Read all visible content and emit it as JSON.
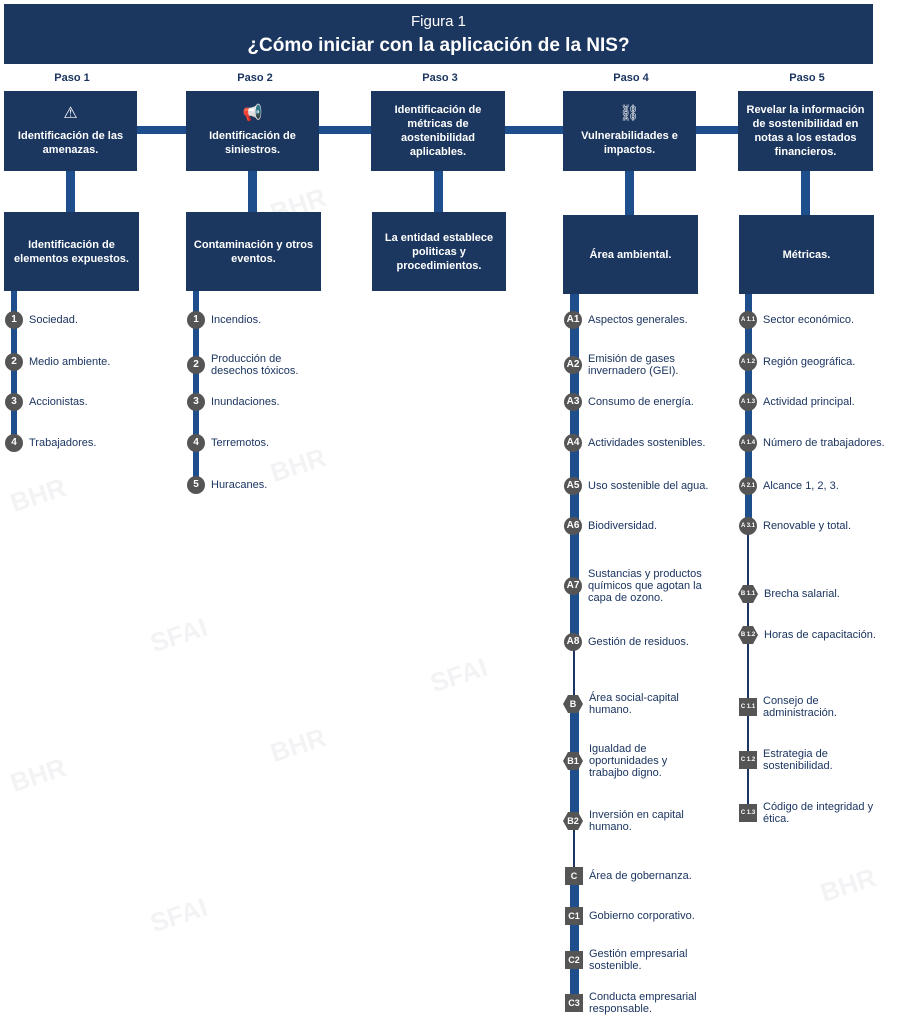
{
  "header": {
    "subtitle": "Figura 1",
    "title": "¿Cómo iniciar con la aplicación de la NIS?"
  },
  "steps": [
    {
      "label": "Paso 1",
      "box": "Identificación de las amenazas.",
      "sub": "Identificación de elementos expuestos.",
      "icon": "warning-icon"
    },
    {
      "label": "Paso 2",
      "box": "Identificación de siniestros.",
      "sub": "Contaminación y otros eventos.",
      "icon": "megaphone-icon"
    },
    {
      "label": "Paso 3",
      "box": "Identificación de métricas de aostenibilidad aplicables.",
      "sub": "La entidad establece politicas y procedimientos.",
      "icon": ""
    },
    {
      "label": "Paso 4",
      "box": "Vulnerabilidades e impactos.",
      "sub": "Área ambiental.",
      "icon": "broken-link-icon"
    },
    {
      "label": "Paso 5",
      "box": "Revelar la información de sostenibilidad en notas a los estados financieros.",
      "sub": "Métricas.",
      "icon": ""
    }
  ],
  "list1": [
    {
      "n": "1",
      "t": "Sociedad."
    },
    {
      "n": "2",
      "t": "Medio ambiente."
    },
    {
      "n": "3",
      "t": "Accionistas."
    },
    {
      "n": "4",
      "t": "Trabajadores."
    }
  ],
  "list2": [
    {
      "n": "1",
      "t": "Incendios."
    },
    {
      "n": "2",
      "t": "Producción de desechos tóxicos."
    },
    {
      "n": "3",
      "t": "Inundaciones."
    },
    {
      "n": "4",
      "t": "Terremotos."
    },
    {
      "n": "5",
      "t": "Huracanes."
    }
  ],
  "list4": [
    {
      "n": "A1",
      "t": "Aspectos generales.",
      "s": "circle"
    },
    {
      "n": "A2",
      "t": "Emisión de gases invernadero (GEI).",
      "s": "circle"
    },
    {
      "n": "A3",
      "t": "Consumo de energía.",
      "s": "circle"
    },
    {
      "n": "A4",
      "t": "Actividades sostenibles.",
      "s": "circle"
    },
    {
      "n": "A5",
      "t": "Uso sostenible del agua.",
      "s": "circle"
    },
    {
      "n": "A6",
      "t": "Biodiversidad.",
      "s": "circle"
    },
    {
      "n": "A7",
      "t": "Sustancias y productos químicos que agotan la capa de ozono.",
      "s": "circle"
    },
    {
      "n": "A8",
      "t": "Gestión de residuos.",
      "s": "circle"
    },
    {
      "n": "B",
      "t": "Área social-capital humano.",
      "s": "hex"
    },
    {
      "n": "B1",
      "t": "Igualdad de oportunidades y trabajbo digno.",
      "s": "hex"
    },
    {
      "n": "B2",
      "t": "Inversión en capital humano.",
      "s": "hex"
    },
    {
      "n": "C",
      "t": "Área de gobernanza.",
      "s": "sq"
    },
    {
      "n": "C1",
      "t": "Gobierno corporativo.",
      "s": "sq"
    },
    {
      "n": "C2",
      "t": "Gestión empresarial sostenible.",
      "s": "sq"
    },
    {
      "n": "C3",
      "t": "Conducta empresarial responsable.",
      "s": "sq"
    }
  ],
  "list5": [
    {
      "n": "A 1.1",
      "t": "Sector económico.",
      "s": "circle"
    },
    {
      "n": "A 1.2",
      "t": "Región geográfica.",
      "s": "circle"
    },
    {
      "n": "A 1.3",
      "t": "Actividad principal.",
      "s": "circle"
    },
    {
      "n": "A 1.4",
      "t": "Número de trabajadores.",
      "s": "circle"
    },
    {
      "n": "A 2.1",
      "t": "Alcance 1, 2, 3.",
      "s": "circle"
    },
    {
      "n": "A 3.1",
      "t": "Renovable y total.",
      "s": "circle"
    },
    {
      "n": "B 1.1",
      "t": "Brecha salarial.",
      "s": "hex"
    },
    {
      "n": "B 1.2",
      "t": "Horas de capacitación.",
      "s": "hex"
    },
    {
      "n": "C 1.1",
      "t": "Consejo de administración.",
      "s": "sq"
    },
    {
      "n": "C 1.2",
      "t": "Estrategia de sostenibilidad.",
      "s": "sq"
    },
    {
      "n": "C 1.3",
      "t": "Código de integridad y ética.",
      "s": "sq"
    }
  ]
}
